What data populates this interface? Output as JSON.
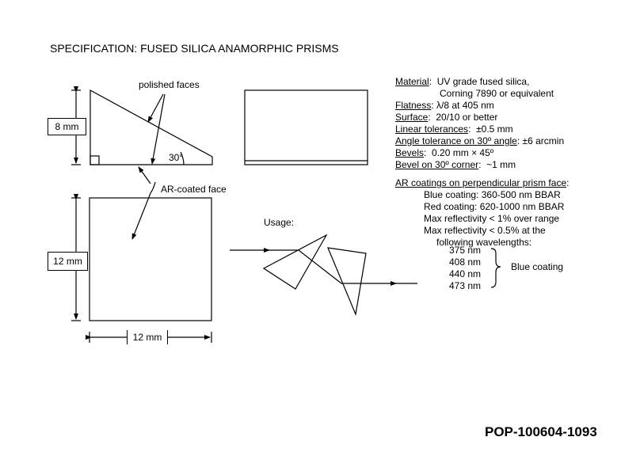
{
  "title": "SPECIFICATION:  FUSED SILICA ANAMORPHIC PRISMS",
  "drawing": {
    "polished_faces_label": "polished faces",
    "angle_label": "30°",
    "ar_coated_label": "AR-coated face",
    "height_dim": "8 mm",
    "side_dim": "12 mm",
    "width_dim": "12 mm",
    "usage_label": "Usage:"
  },
  "specs": [
    {
      "label": "Material",
      "value": "UV grade fused silica,"
    },
    {
      "label": "",
      "value": "Corning 7890 or equivalent"
    },
    {
      "label": "Flatness",
      "value": "λ/8 at 405 nm"
    },
    {
      "label": "Surface",
      "value": "20/10 or better"
    },
    {
      "label": "Linear tolerances",
      "value": "±0.5 mm"
    },
    {
      "label": "Angle tolerance on 30º angle",
      "value": "±6 arcmin"
    },
    {
      "label": "Bevels",
      "value": "0.20 mm × 45º"
    },
    {
      "label": "Bevel on 30º corner",
      "value": "~1 mm"
    }
  ],
  "coatings": {
    "heading": "AR coatings on perpendicular prism face",
    "lines": [
      "Blue coating:  360-500 nm BBAR",
      "Red coating:  620-1000 nm BBAR",
      "Max reflectivity < 1% over range",
      "Max reflectivity < 0.5% at the",
      "following wavelengths:"
    ],
    "wavelengths": [
      "375 nm",
      "408 nm",
      "440 nm",
      "473 nm"
    ],
    "wavelength_group_label": "Blue coating"
  },
  "part_number": "POP-100604-1093"
}
